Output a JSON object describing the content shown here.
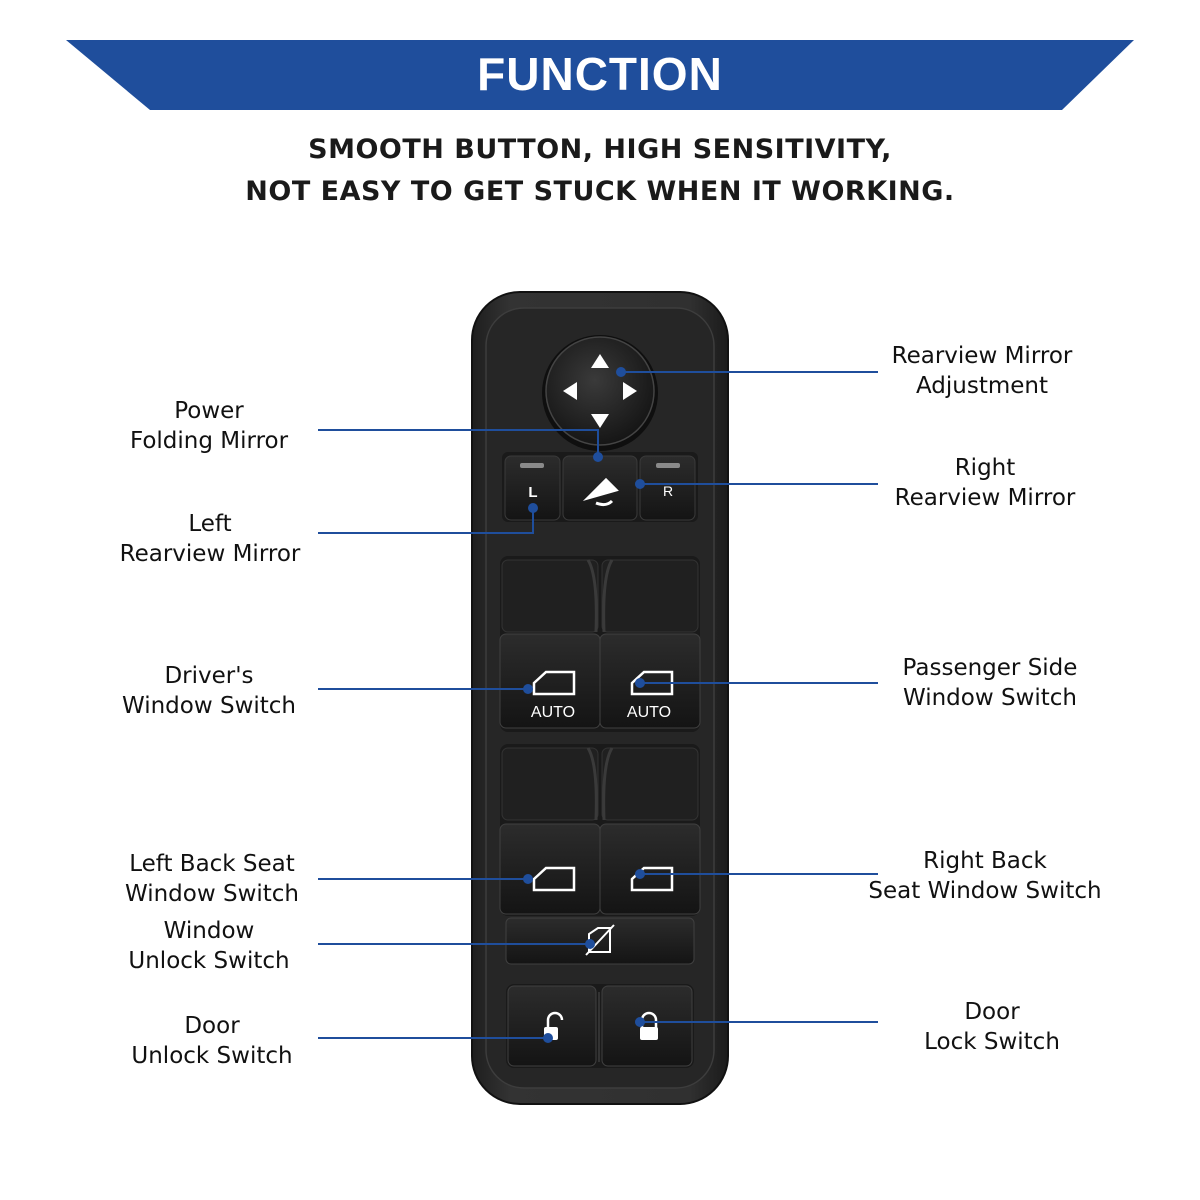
{
  "header": {
    "title": "FUNCTION",
    "subtitle_line1": "SMOOTH BUTTON, HIGH SENSITIVITY,",
    "subtitle_line2": "NOT EASY TO GET STUCK WHEN IT WORKING.",
    "banner_color": "#1f4e9c"
  },
  "switch_panel": {
    "mirror_left_label": "L",
    "mirror_right_label": "R",
    "driver_auto_label": "AUTO",
    "passenger_auto_label": "AUTO"
  },
  "callouts": {
    "rearview_mirror_adjustment": {
      "line1": "Rearview Mirror",
      "line2": "Adjustment"
    },
    "power_folding_mirror": {
      "line1": "Power",
      "line2": "Folding Mirror"
    },
    "right_rearview_mirror": {
      "line1": "Right",
      "line2": "Rearview Mirror"
    },
    "left_rearview_mirror": {
      "line1": "Left",
      "line2": "Rearview Mirror"
    },
    "drivers_window_switch": {
      "line1": "Driver's",
      "line2": "Window Switch"
    },
    "passenger_side_window_switch": {
      "line1": "Passenger Side",
      "line2": "Window Switch"
    },
    "left_back_seat_window_switch": {
      "line1": "Left Back Seat",
      "line2": "Window Switch"
    },
    "right_back_seat_window_switch": {
      "line1": "Right Back",
      "line2": "Seat Window Switch"
    },
    "window_unlock_switch": {
      "line1": "Window",
      "line2": "Unlock Switch"
    },
    "door_unlock_switch": {
      "line1": "Door",
      "line2": "Unlock Switch"
    },
    "door_lock_switch": {
      "line1": "Door",
      "line2": "Lock Switch"
    }
  },
  "colors": {
    "leader_line": "#1f4e9c",
    "panel_body": "#2a2a2a",
    "button": "#1c1c1c"
  }
}
